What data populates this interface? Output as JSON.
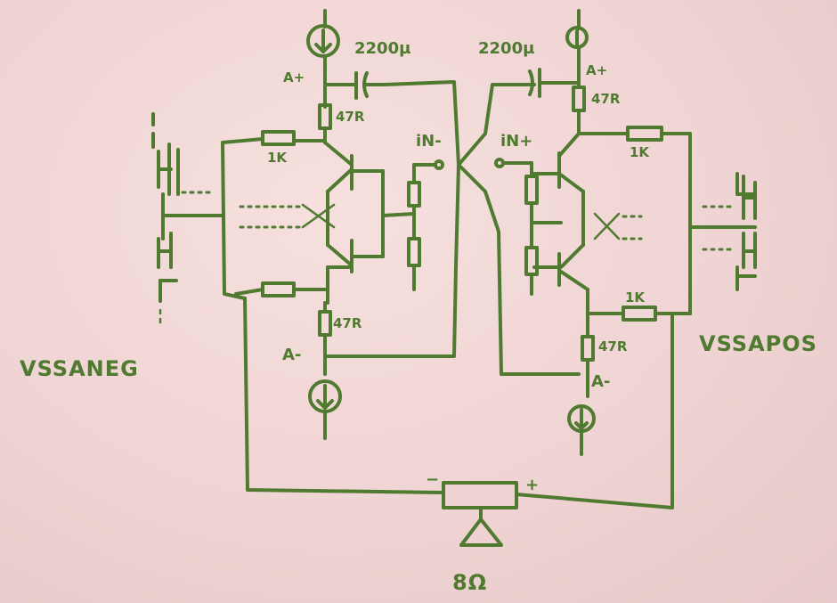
{
  "labels": {
    "cap_left": "2200µ",
    "cap_right": "2200µ",
    "a_plus_left": "A+",
    "a_plus_right": "A+",
    "a_minus_left": "A-",
    "a_minus_right": "A-",
    "r47_left_top": "47R",
    "r47_left_bot": "47R",
    "r47_right_top": "47R",
    "r47_right_bot": "47R",
    "r1k_left_top": "1K",
    "r1k_right_top": "1K",
    "r1k_right_bot": "1K",
    "in_minus": "iN-",
    "in_plus": "iN+",
    "vss_neg": "VSSANEG",
    "vss_pos": "VSSAPOS",
    "speaker_minus": "−",
    "speaker_plus": "+",
    "speaker_value": "8Ω"
  },
  "colors": {
    "ink": "#4f7a30",
    "paper": "#f0d6d6"
  }
}
